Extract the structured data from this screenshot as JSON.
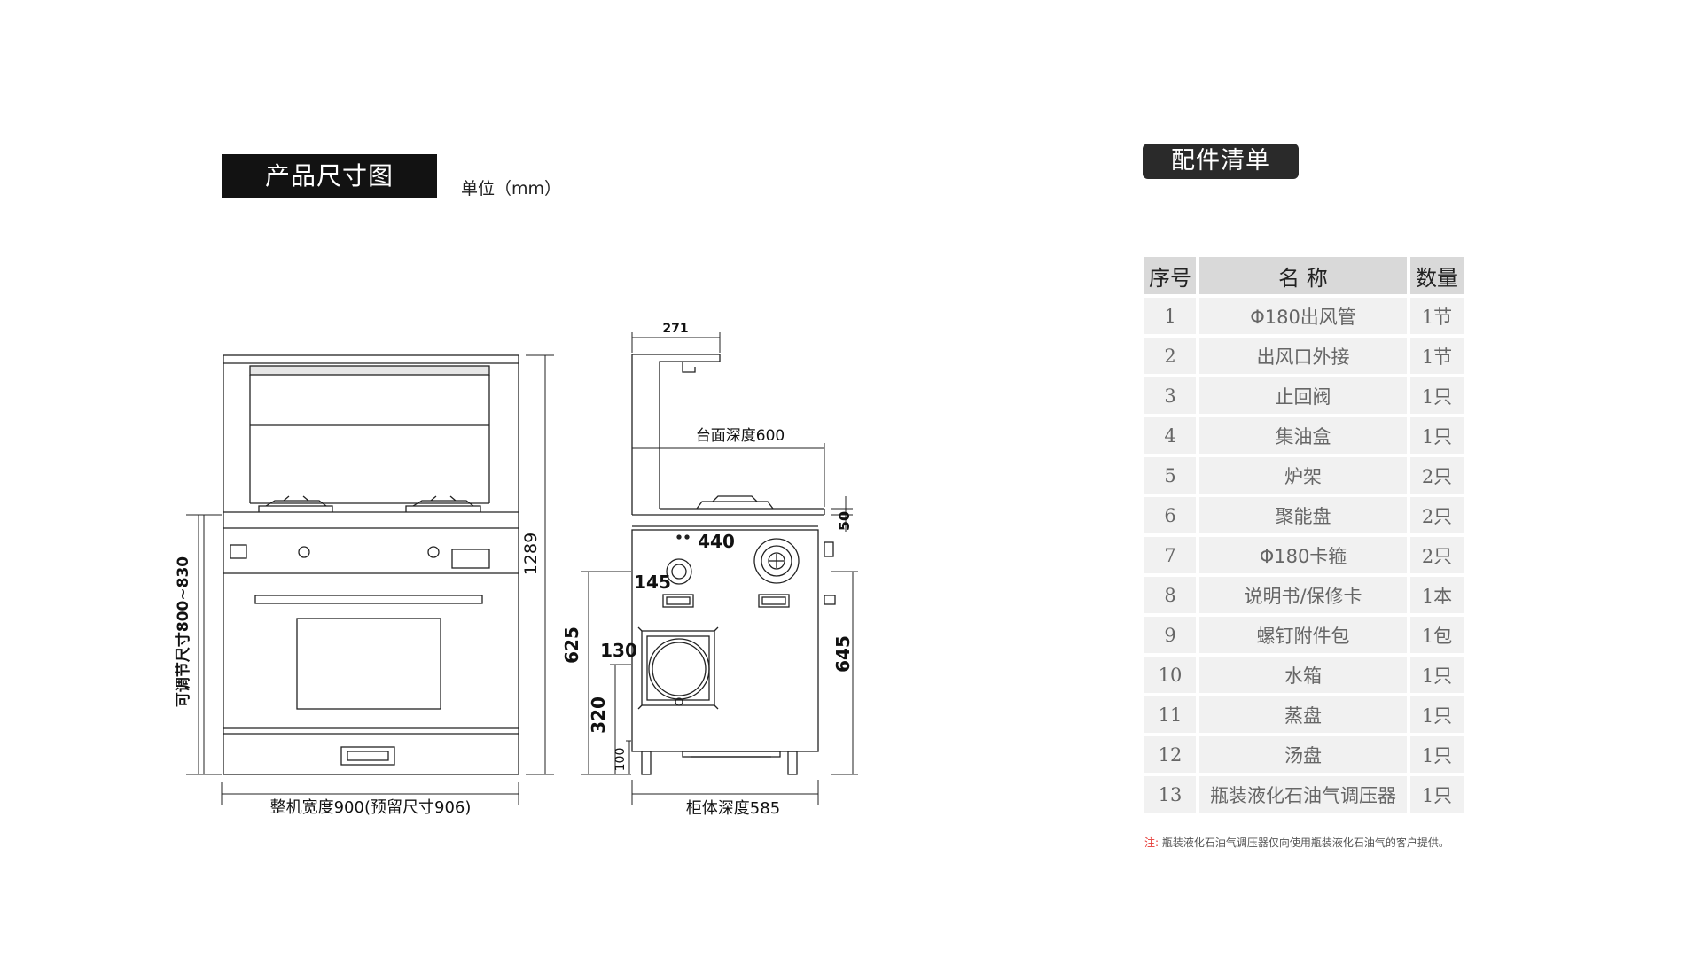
{
  "header": {
    "drawing_title": "产品尺寸图",
    "unit": "单位（mm）",
    "accessory_title": "配件清单"
  },
  "dimensions": {
    "total_height": "1289",
    "adjustable_height": "可调节尺寸800~830",
    "total_width": "整机宽度900(预留尺寸906)",
    "top_width": "271",
    "counter_depth": "台面深度600",
    "counter_thickness": "50",
    "dim_440": "440",
    "dim_145": "145",
    "dim_130": "130",
    "dim_625": "625",
    "dim_320": "320",
    "dim_100": "100",
    "dim_645": "645",
    "cabinet_depth": "柜体深度585"
  },
  "accessories": {
    "headers": {
      "index": "序号",
      "name": "名 称",
      "qty": "数量"
    },
    "rows": [
      {
        "index": "1",
        "name": "Φ180出风管",
        "qty": "1节"
      },
      {
        "index": "2",
        "name": "出风口外接",
        "qty": "1节"
      },
      {
        "index": "3",
        "name": "止回阀",
        "qty": "1只"
      },
      {
        "index": "4",
        "name": "集油盒",
        "qty": "1只"
      },
      {
        "index": "5",
        "name": "炉架",
        "qty": "2只"
      },
      {
        "index": "6",
        "name": "聚能盘",
        "qty": "2只"
      },
      {
        "index": "7",
        "name": "Φ180卡箍",
        "qty": "2只"
      },
      {
        "index": "8",
        "name": "说明书/保修卡",
        "qty": "1本"
      },
      {
        "index": "9",
        "name": "螺钉附件包",
        "qty": "1包"
      },
      {
        "index": "10",
        "name": "水箱",
        "qty": "1只"
      },
      {
        "index": "11",
        "name": "蒸盘",
        "qty": "1只"
      },
      {
        "index": "12",
        "name": "汤盘",
        "qty": "1只"
      },
      {
        "index": "13",
        "name": "瓶装液化石油气调压器",
        "qty": "1只"
      }
    ],
    "note_mark": "注:",
    "note_text": "瓶装液化石油气调压器仅向使用瓶装液化石油气的客户提供。"
  }
}
